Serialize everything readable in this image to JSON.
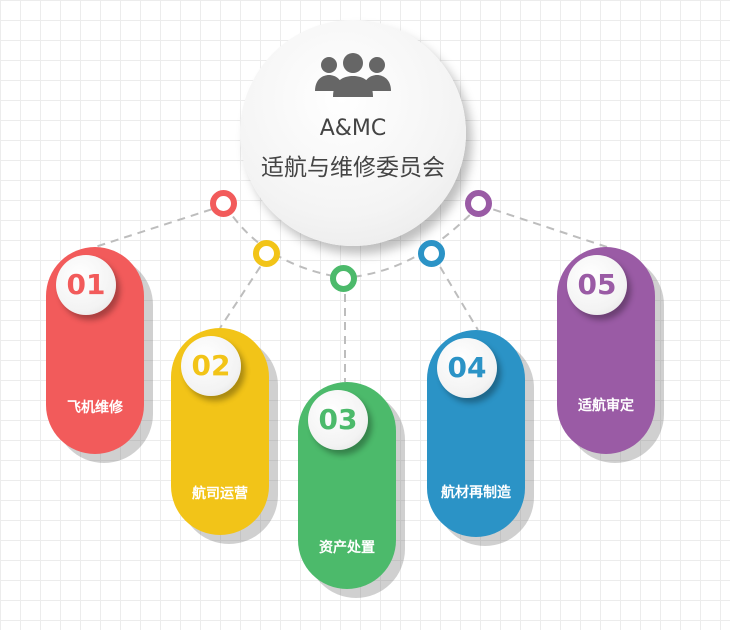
{
  "colors": {
    "red": "#f25b5b",
    "yellow": "#f2c418",
    "green": "#4cba6b",
    "blue": "#2b93c6",
    "purple": "#9a5ba5"
  },
  "hub": {
    "icon": "group-users-icon",
    "title": "A&MC",
    "subtitle": "适航与维修委员会"
  },
  "items": [
    {
      "number": "01",
      "label": "飞机维修"
    },
    {
      "number": "02",
      "label": "航司运营"
    },
    {
      "number": "03",
      "label": "资产处置"
    },
    {
      "number": "04",
      "label": "航材再制造"
    },
    {
      "number": "05",
      "label": "适航审定"
    }
  ]
}
